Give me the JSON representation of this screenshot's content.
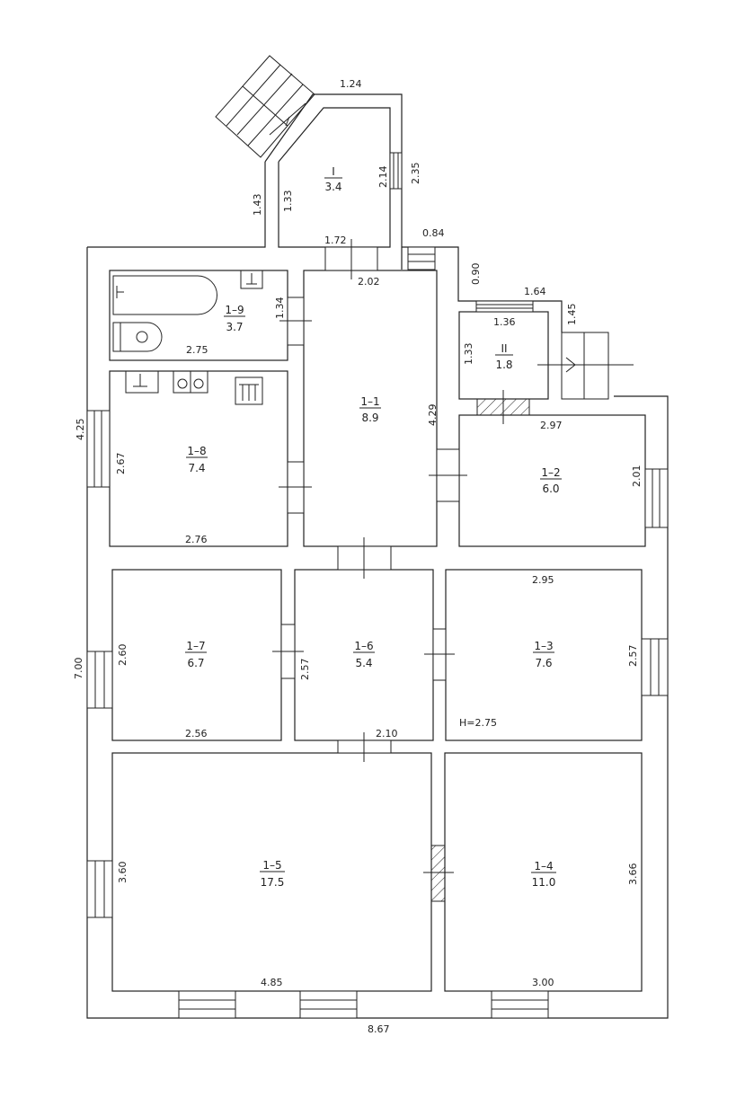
{
  "plan": {
    "height_note": "H=2.75",
    "total_width": "8.67",
    "rooms": [
      {
        "key": "I",
        "id": "I",
        "area": "3.4"
      },
      {
        "key": "II",
        "id": "II",
        "area": "1.8"
      },
      {
        "key": "r1",
        "id": "1–1",
        "area": "8.9"
      },
      {
        "key": "r2",
        "id": "1–2",
        "area": "6.0"
      },
      {
        "key": "r3",
        "id": "1–3",
        "area": "7.6"
      },
      {
        "key": "r4",
        "id": "1–4",
        "area": "11.0"
      },
      {
        "key": "r5",
        "id": "1–5",
        "area": "17.5"
      },
      {
        "key": "r6",
        "id": "1–6",
        "area": "5.4"
      },
      {
        "key": "r7",
        "id": "1–7",
        "area": "6.7"
      },
      {
        "key": "r8",
        "id": "1–8",
        "area": "7.4"
      },
      {
        "key": "r9",
        "id": "1–9",
        "area": "3.7"
      }
    ],
    "dimensions": [
      "1.24",
      "2.14",
      "2.35",
      "1.33",
      "1.43",
      "1.72",
      "0.84",
      "2.02",
      "0.90",
      "1.64",
      "1.36",
      "1.45",
      "1.34",
      "2.75",
      "1.33",
      "4.29",
      "2.97",
      "4.25",
      "2.67",
      "2.01",
      "2.76",
      "2.95",
      "2.60",
      "2.57",
      "2.57",
      "7.00",
      "2.56",
      "2.10",
      "3.60",
      "3.66",
      "4.85",
      "3.00"
    ]
  }
}
